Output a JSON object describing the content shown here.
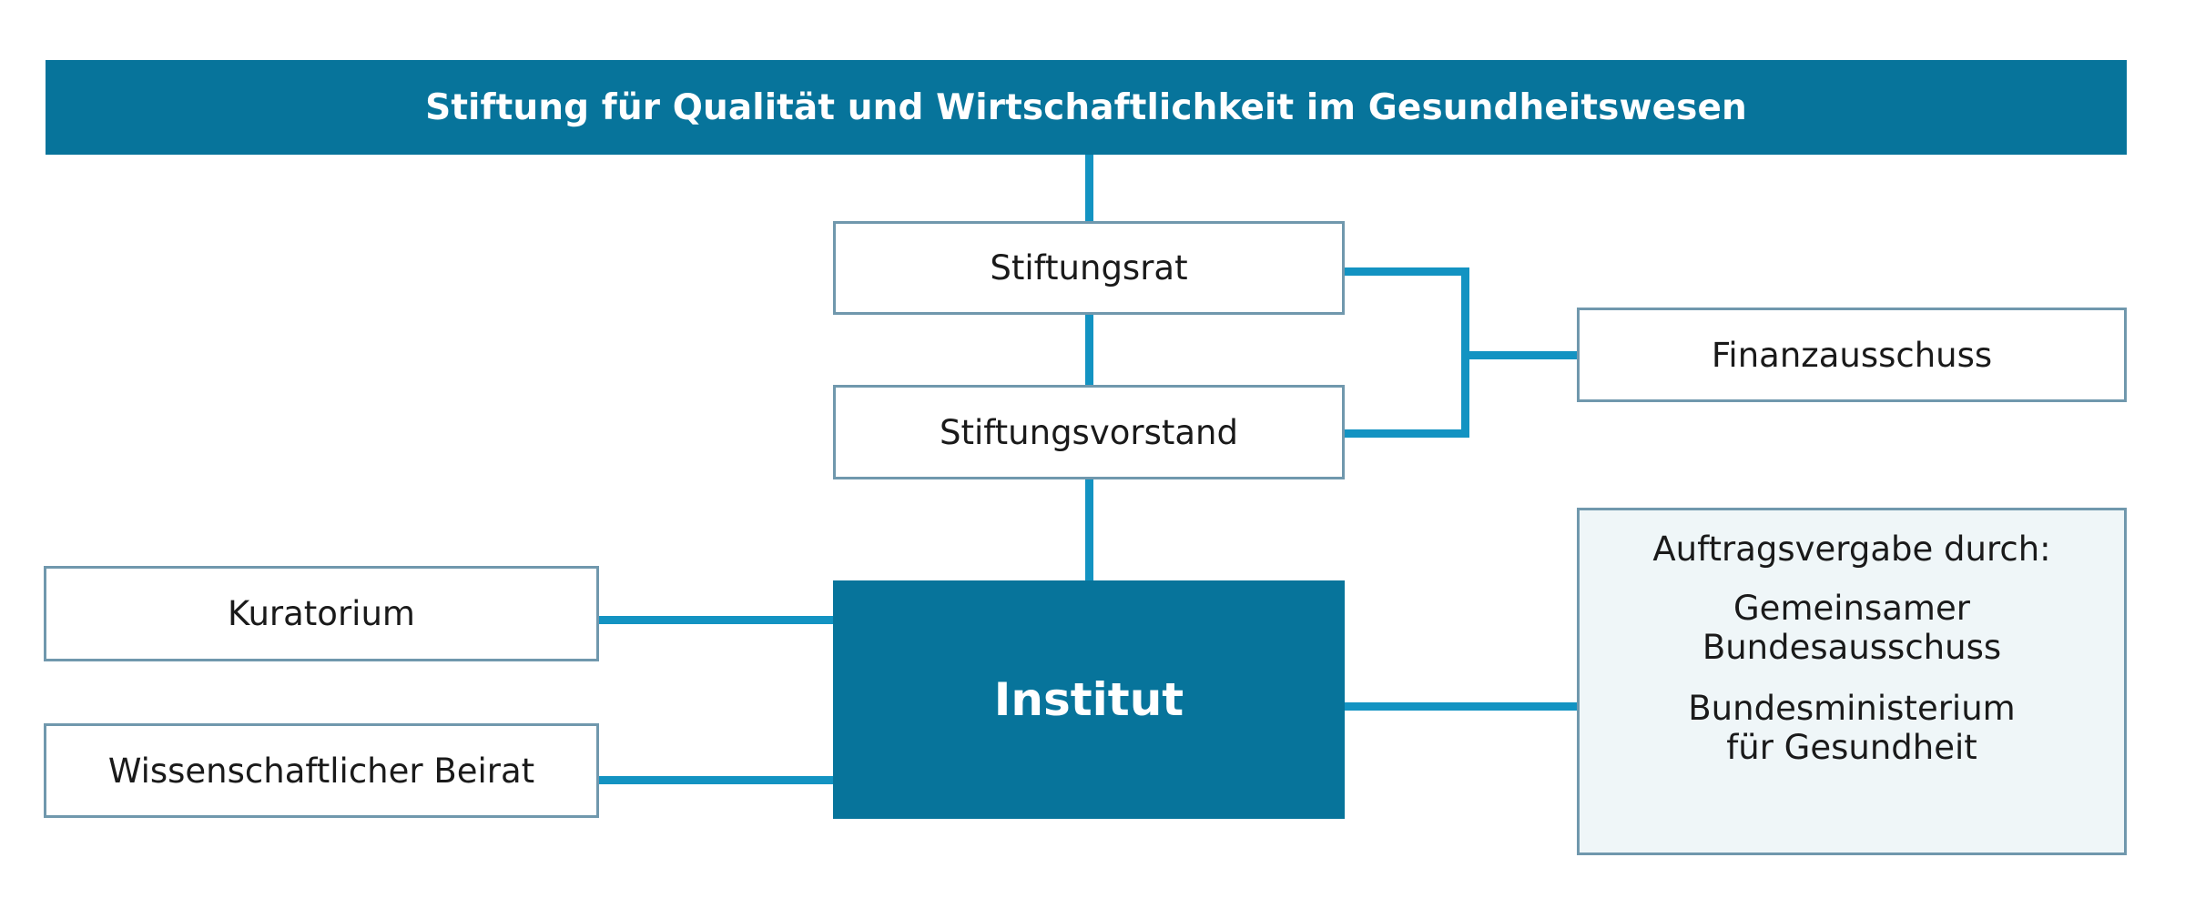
{
  "diagram": {
    "title": "Stiftung für Qualität und Wirtschaftlichkeit im Gesundheitswesen",
    "nodes": {
      "header": "Stiftung für Qualität und Wirtschaftlichkeit im Gesundheitswesen",
      "stiftungsrat": "Stiftungsrat",
      "stiftungsvorstand": "Stiftungsvorstand",
      "finanzausschuss": "Finanzausschuss",
      "institut": "Institut",
      "kuratorium": "Kuratorium",
      "beirat": "Wissenschaftlicher Beirat"
    },
    "panel": {
      "title": "Auftragsvergabe durch:",
      "entry1_line1": "Gemeinsamer",
      "entry1_line2": "Bundesausschuss",
      "entry2_line1": "Bundesministerium",
      "entry2_line2": "für Gesundheit"
    },
    "colors": {
      "header_fill": "#07749b",
      "institut_fill": "#07749b",
      "connector": "#1393c2",
      "box_border": "#7098ad",
      "panel_fill": "#eff6f8",
      "text_dark": "#1a1a1a",
      "text_light": "#ffffff",
      "background": "#ffffff"
    }
  }
}
